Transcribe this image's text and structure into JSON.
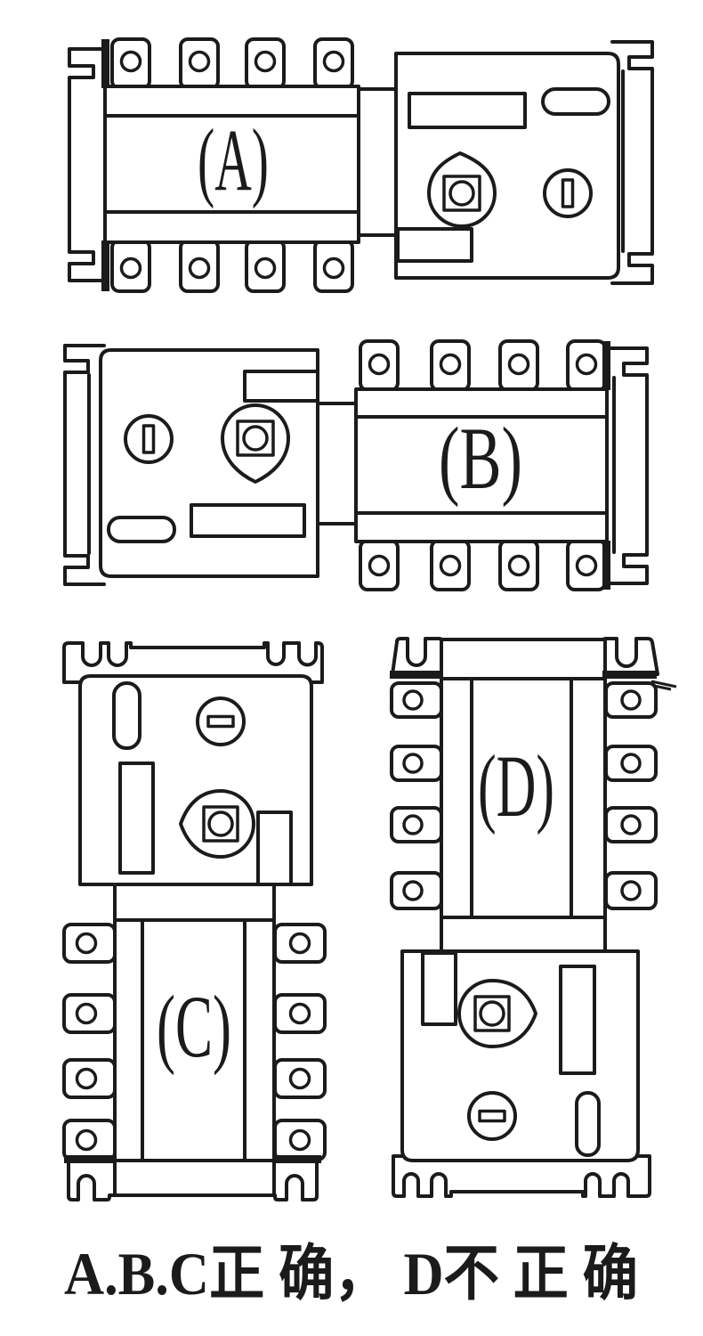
{
  "page": {
    "background": "#ffffff",
    "ink": "#1b1b1b"
  },
  "caption": {
    "text": "A.B.C正 确，  D不 正 确"
  },
  "figures": [
    {
      "id": "A",
      "label": "(A)",
      "layout": "horizontal: switch body on left, controller box on right",
      "parts": [
        "switch-body",
        "terminal-lugs-top-4",
        "terminal-lugs-bottom-4",
        "mount-bracket-left",
        "clamp-marks",
        "controller-box",
        "display-window",
        "indicator-pill",
        "handle-socket",
        "sealing-screw",
        "label-plate",
        "din-clip-right"
      ]
    },
    {
      "id": "B",
      "label": "(B)",
      "layout": "horizontal: controller box on left, switch body on right",
      "parts": [
        "controller-box",
        "label-plate",
        "sealing-screw",
        "handle-socket",
        "indicator-pill",
        "display-window",
        "din-clip-left",
        "switch-body",
        "terminal-lugs-top-4",
        "terminal-lugs-bottom-4",
        "mount-bracket-right",
        "clamp-marks"
      ]
    },
    {
      "id": "C",
      "label": "(C)",
      "layout": "vertical: controller box on top, switch body below",
      "parts": [
        "rail-plate-top",
        "controller-box",
        "indicator-pill",
        "sealing-screw",
        "display-window",
        "handle-socket",
        "label-plate",
        "switch-body",
        "terminal-lugs-left-4",
        "terminal-lugs-right-4",
        "rail-plate-bottom",
        "clamp-marks"
      ]
    },
    {
      "id": "D",
      "label": "(D)",
      "layout": "vertical: switch body on top, controller box below (incorrect mounting)",
      "parts": [
        "rail-clips-top",
        "clamp-marks",
        "switch-body",
        "terminal-lugs-left-4",
        "terminal-lugs-right-4",
        "controller-box",
        "label-plate",
        "handle-socket",
        "display-window",
        "sealing-screw",
        "indicator-pill",
        "rail-plate-bottom"
      ]
    }
  ]
}
